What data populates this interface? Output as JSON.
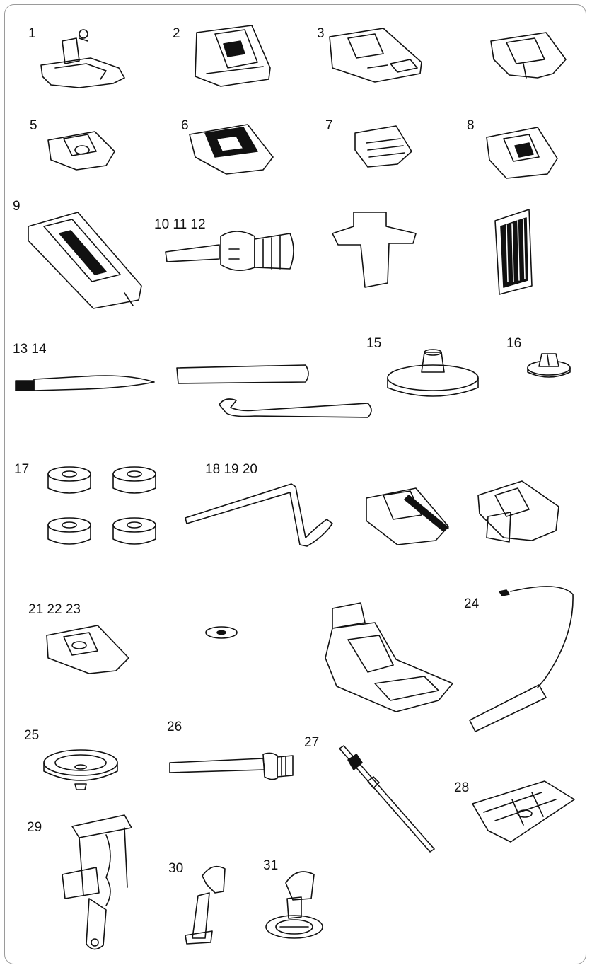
{
  "labels": {
    "l1": "1",
    "l2": "2",
    "l3": "3",
    "l5": "5",
    "l6": "6",
    "l7": "7",
    "l8": "8",
    "l9": "9",
    "l10_12": "10 11 12",
    "l13_14": "13 14",
    "l15": "15",
    "l16": "16",
    "l17": "17",
    "l18_20": "18 19 20",
    "l21_23": "21 22 23",
    "l24": "24",
    "l25": "25",
    "l26": "26",
    "l27": "27",
    "l28": "28",
    "l29": "29",
    "l30": "30",
    "l31": "31"
  },
  "colors": {
    "border": "#9a9a9a",
    "ink": "#111111",
    "shade": "#d9d9d9"
  }
}
